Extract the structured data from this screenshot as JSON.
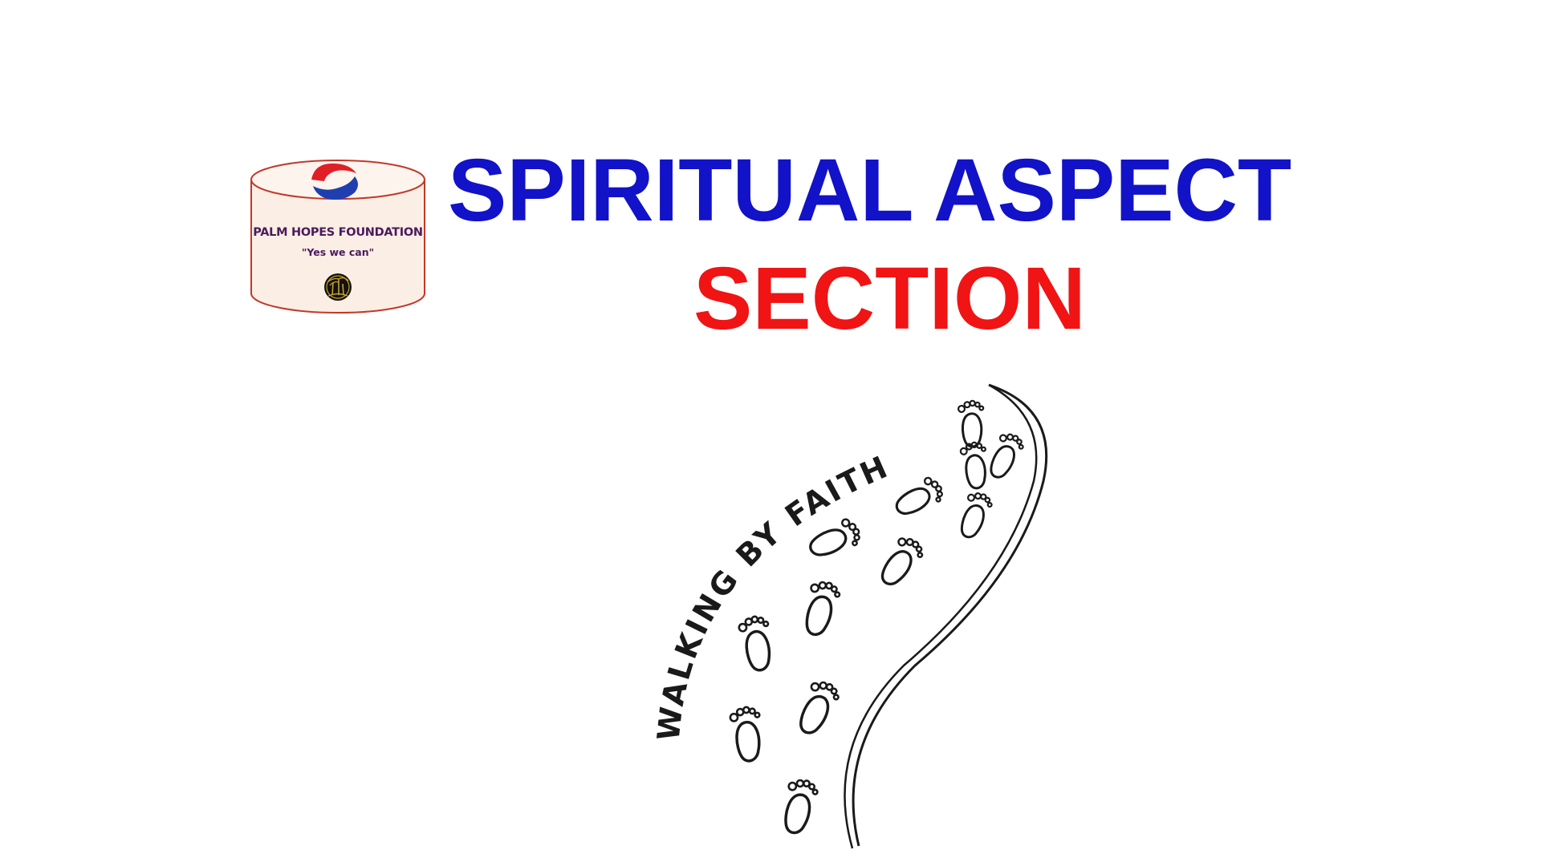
{
  "logo": {
    "name": "PALM HOPES FOUNDATION",
    "motto": "\"Yes we can\"",
    "icon": "hands-icon",
    "emblem": "palm-tree-emblem-icon",
    "colors": {
      "cylinder_fill": "#fbeee4",
      "cylinder_stroke": "#c0392b",
      "hand_red": "#e11f26",
      "hand_blue": "#1f3fb0",
      "text": "#4b1a5e"
    }
  },
  "title": {
    "line1": "SPIRITUAL ASPECT",
    "line2": "SECTION",
    "line1_color": "#1212c8",
    "line2_color": "#f01414"
  },
  "graphic": {
    "caption": "WALKING BY FAITH",
    "icon": "footprints-path-icon",
    "color": "#1a1a1a"
  }
}
